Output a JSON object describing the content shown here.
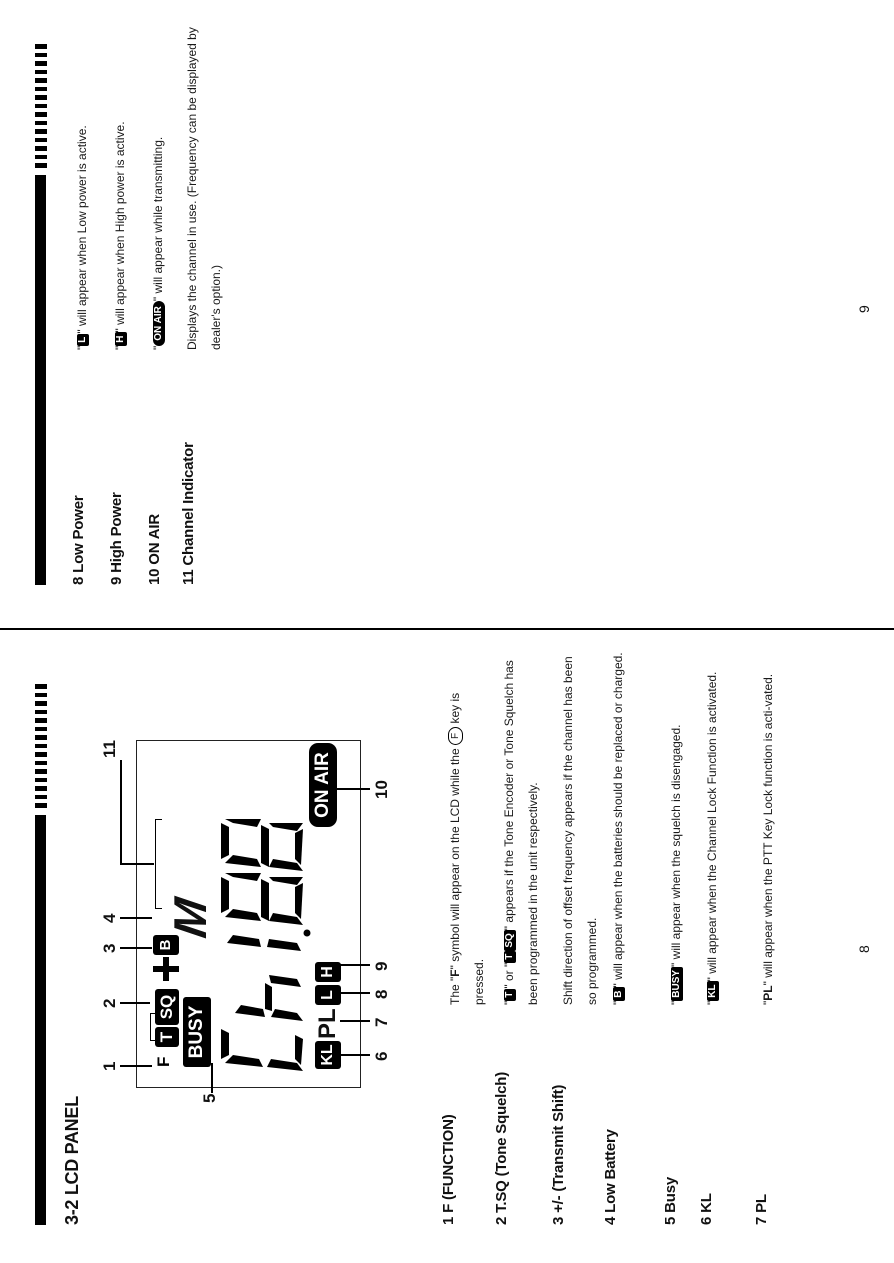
{
  "left_page": {
    "section_title": "3-2 LCD PANEL",
    "page_number": "8",
    "lcd": {
      "symbols": {
        "f": "F",
        "t": "T",
        "sq": "SQ",
        "shift": "+/-",
        "b": "B",
        "busy": "BUSY",
        "m": "M",
        "ch": "Ch",
        "digits": "188",
        "kl": "KL",
        "pl": "PL",
        "l": "L",
        "h": "H",
        "on_air": "ON AIR"
      },
      "callouts": [
        "1",
        "2",
        "3",
        "4",
        "5",
        "6",
        "7",
        "8",
        "9",
        "10",
        "11"
      ]
    },
    "items": [
      {
        "heading": "1 F (FUNCTION)",
        "text_pre": "The \"",
        "text_bold": "F",
        "text_mid": "\" symbol will appear on the LCD while the",
        "key": "F",
        "text_post": "key is pressed."
      },
      {
        "heading": "2 T.SQ (Tone Squelch)",
        "q1": "\"",
        "icon1": "T",
        "q2": "\" or \"",
        "icon2a": "T",
        "icon2b": "SQ",
        "text": "\" appears if the Tone Encoder or Tone Squelch has been programmed in the unit respectively."
      },
      {
        "heading": "3 +/- (Transmit Shift)",
        "text": "Shift direction of offset frequency appears if the channel has been so programmed."
      },
      {
        "heading": "4 Low Battery",
        "q1": "\"",
        "icon": "B",
        "text": "\" will appear when the batteries should be replaced or charged."
      },
      {
        "heading": "5 Busy",
        "q1": "\"",
        "icon": "BUSY",
        "text": "\" will appear when the squelch is disengaged."
      },
      {
        "heading": "6 KL",
        "q1": "\"",
        "icon": "KL",
        "text": "\" will appear when the Channel Lock Function is activated."
      },
      {
        "heading": "7 PL",
        "q1": "\"",
        "icon": "PL",
        "text": "\" will appear when the PTT Key Lock function is acti-vated."
      }
    ]
  },
  "right_page": {
    "page_number": "9",
    "items": [
      {
        "heading": "8 Low Power",
        "q1": "\"",
        "icon": "L",
        "text": "\" will appear when Low power is active."
      },
      {
        "heading": "9 High Power",
        "q1": "\"",
        "icon": "H",
        "text": "\" will appear when High power is active."
      },
      {
        "heading": "10 ON AIR",
        "q1": "\"",
        "icon": "ON AIR",
        "text": "\" will appear while transmitting."
      },
      {
        "heading": "11 Channel Indicator",
        "text": "Displays the channel in use. (Frequency can be displayed by dealer's option.)"
      }
    ]
  }
}
